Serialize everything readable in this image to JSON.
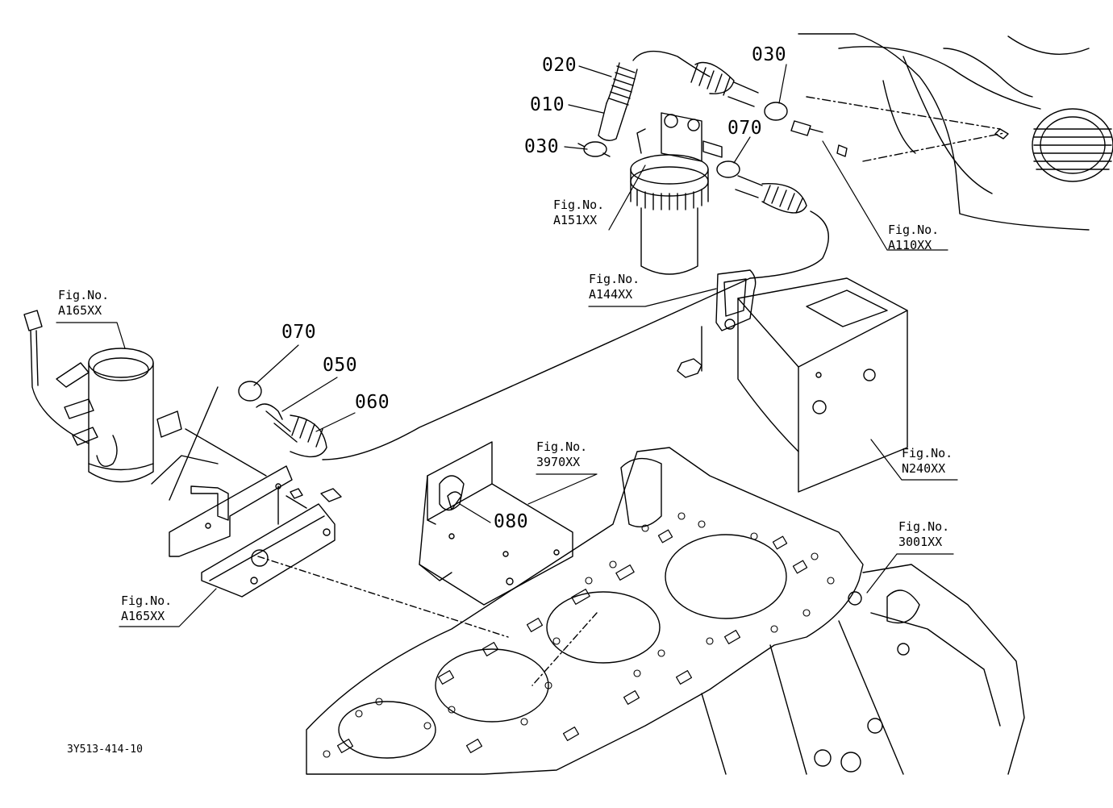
{
  "parts": {
    "p020": "020",
    "p010": "010",
    "p030_left": "030",
    "p030_right": "030",
    "p070_top": "070",
    "p070_mid": "070",
    "p050": "050",
    "p060": "060",
    "p080": "080"
  },
  "figure_refs": {
    "a151": {
      "line1": "Fig.No.",
      "line2": "A151XX"
    },
    "a110": {
      "line1": "Fig.No.",
      "line2": "A110XX"
    },
    "a144": {
      "line1": "Fig.No.",
      "line2": "A144XX"
    },
    "a165_top": {
      "line1": "Fig.No.",
      "line2": "A165XX"
    },
    "a165_bottom": {
      "line1": "Fig.No.",
      "line2": "A165XX"
    },
    "f3970": {
      "line1": "Fig.No.",
      "line2": "3970XX"
    },
    "n240": {
      "line1": "Fig.No.",
      "line2": "N240XX"
    },
    "f3001": {
      "line1": "Fig.No.",
      "line2": "3001XX"
    }
  },
  "diagram_code": "3Y513-414-10"
}
